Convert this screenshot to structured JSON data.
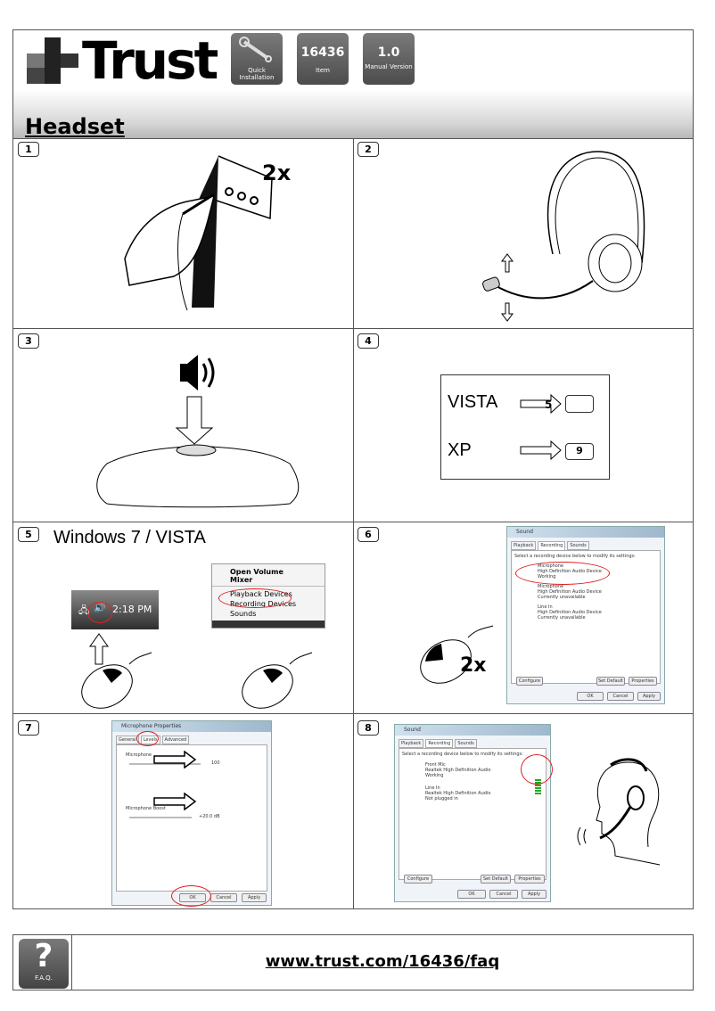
{
  "header": {
    "brand": "Trust",
    "tiles": [
      {
        "big": "",
        "small": "Quick Installation",
        "icon": "wrench-icon"
      },
      {
        "big": "16436",
        "small": "Item"
      },
      {
        "big": "1.0",
        "small": "Manual Version"
      }
    ],
    "title": "Headset"
  },
  "steps": [
    {
      "n": "1",
      "text": "2x"
    },
    {
      "n": "2"
    },
    {
      "n": "3"
    },
    {
      "n": "4",
      "vista": "VISTA",
      "vista_ref": "5",
      "xp": "XP",
      "xp_ref": "9"
    },
    {
      "n": "5",
      "title": "Windows 7 / VISTA",
      "clock": "2:18 PM",
      "menu": [
        "Open Volume Mixer",
        "Playback Devices",
        "Recording Devices",
        "Sounds"
      ]
    },
    {
      "n": "6",
      "text": "2x",
      "dialog": {
        "title": "Sound",
        "tabs": [
          "Playback",
          "Recording",
          "Sounds"
        ],
        "instruction": "Select a recording device below to modify its settings:",
        "devices": [
          {
            "name": "Microphone",
            "desc": "High Definition Audio Device",
            "status": "Working"
          },
          {
            "name": "Microphone",
            "desc": "High Definition Audio Device",
            "status": "Currently unavailable"
          },
          {
            "name": "Line In",
            "desc": "High Definition Audio Device",
            "status": "Currently unavailable"
          }
        ],
        "buttons": [
          "Configure",
          "Set Default",
          "Properties",
          "OK",
          "Cancel",
          "Apply"
        ]
      }
    },
    {
      "n": "7",
      "dialog": {
        "title": "Microphone Properties",
        "tabs": [
          "General",
          "Levels",
          "Advanced"
        ],
        "mic_label": "Microphone",
        "mic_value": "100",
        "boost_label": "Microphone Boost",
        "boost_value": "+20.0 dB",
        "buttons": [
          "OK",
          "Cancel",
          "Apply"
        ]
      }
    },
    {
      "n": "8",
      "dialog": {
        "title": "Sound",
        "tabs": [
          "Playback",
          "Recording",
          "Sounds"
        ],
        "instruction": "Select a recording device below to modify its settings:",
        "devices": [
          {
            "name": "Front Mic",
            "desc": "Realtek High Definition Audio",
            "status": "Working"
          },
          {
            "name": "Line In",
            "desc": "Realtek High Definition Audio",
            "status": "Not plugged in"
          }
        ],
        "buttons": [
          "Configure",
          "Set Default",
          "Properties",
          "OK",
          "Cancel",
          "Apply"
        ]
      }
    }
  ],
  "footer": {
    "faq_label": "F.A.Q.",
    "url": "www.trust.com/16436/faq"
  }
}
